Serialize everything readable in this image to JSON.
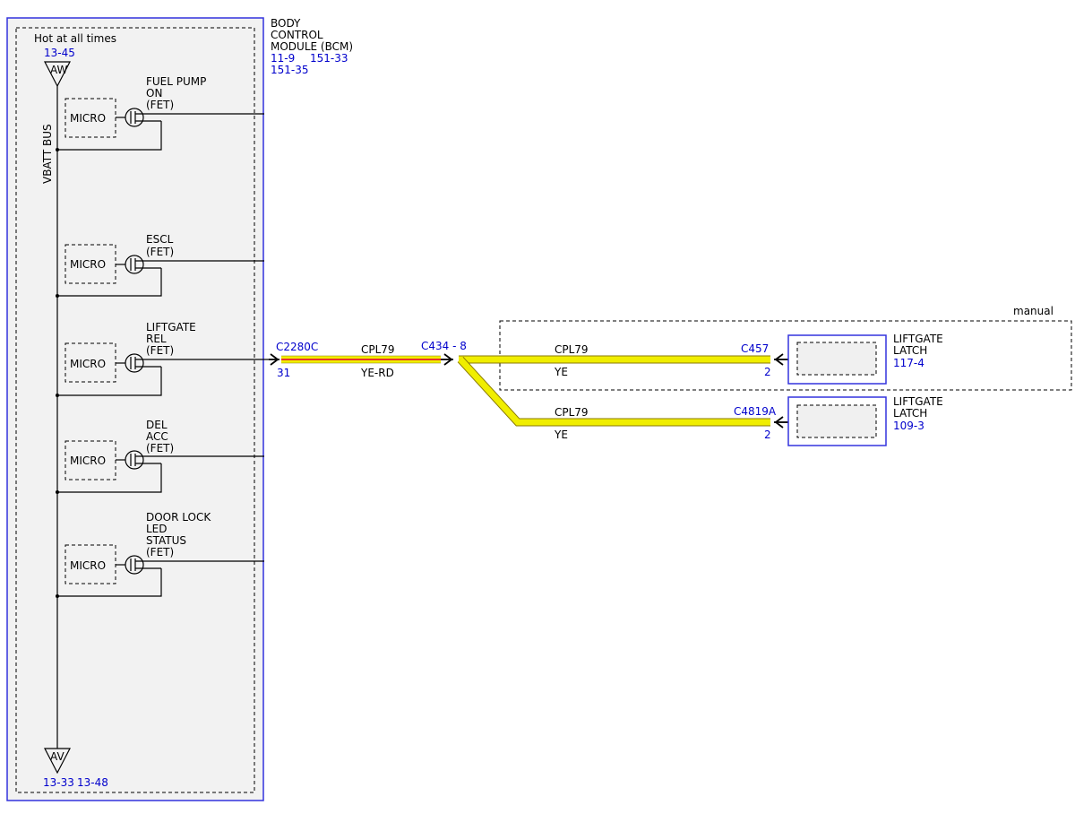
{
  "module": {
    "name_lines": [
      "BODY",
      "CONTROL",
      "MODULE (BCM)"
    ],
    "refs_line1_a": "11-9",
    "refs_line1_b": "151-33",
    "refs_line2": "151-35"
  },
  "power": {
    "hot_label": "Hot at all times",
    "top_ref": "13-45",
    "top_symbol": "AW",
    "bus_label": "VBATT BUS",
    "bottom_symbol": "AV",
    "bottom_refs": [
      "13-33",
      "13-48"
    ]
  },
  "circuits": [
    {
      "micro": "MICRO",
      "label_lines": [
        "FUEL PUMP",
        "ON",
        "(FET)"
      ]
    },
    {
      "micro": "MICRO",
      "label_lines": [
        "ESCL",
        "(FET)"
      ]
    },
    {
      "micro": "MICRO",
      "label_lines": [
        "LIFTGATE",
        "REL",
        "(FET)"
      ]
    },
    {
      "micro": "MICRO",
      "label_lines": [
        "DEL",
        "ACC",
        "(FET)"
      ]
    },
    {
      "micro": "MICRO",
      "label_lines": [
        "DOOR LOCK",
        "LED",
        "STATUS",
        "(FET)"
      ]
    }
  ],
  "wire_main": {
    "connector": "C2280C",
    "pin": "31",
    "circuit": "CPL79",
    "color": "YE-RD",
    "splice": "C434 - 8"
  },
  "branch_top": {
    "circuit": "CPL79",
    "color": "YE",
    "connector": "C457",
    "pin": "2",
    "option_label": "manual",
    "device_lines": [
      "LIFTGATE",
      "LATCH"
    ],
    "device_ref": "117-4"
  },
  "branch_bottom": {
    "circuit": "CPL79",
    "color": "YE",
    "connector": "C4819A",
    "pin": "2",
    "device_lines": [
      "LIFTGATE",
      "LATCH"
    ],
    "device_ref": "109-3"
  },
  "colors": {
    "wire_yellow": "#f0ee00",
    "wire_red": "#e8322a",
    "ref_blue": "#0000cc",
    "module_border": "#3333dd",
    "module_fill": "#f2f2f2"
  }
}
